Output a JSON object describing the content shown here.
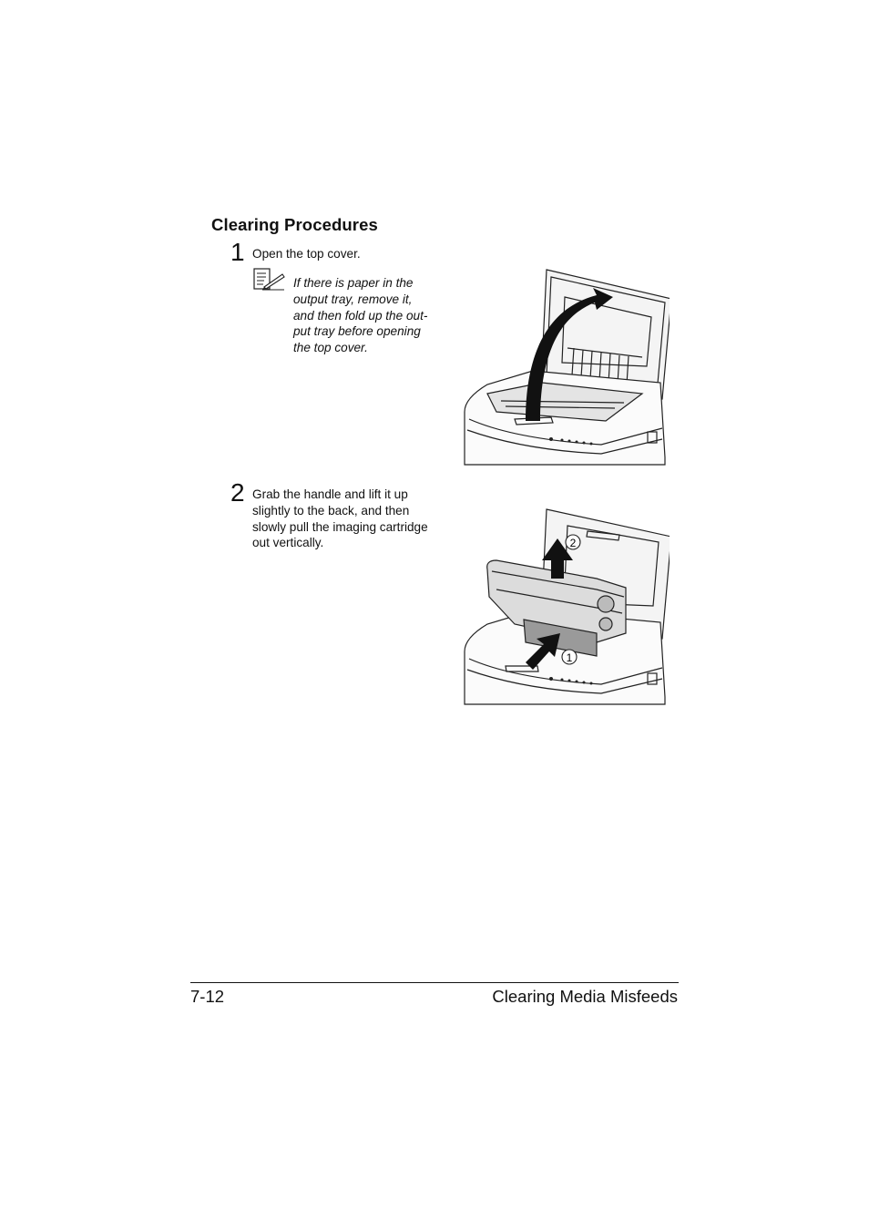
{
  "section": {
    "title": "Clearing Procedures"
  },
  "steps": [
    {
      "number": "1",
      "text": "Open the top cover."
    },
    {
      "number": "2",
      "text": "Grab the handle and lift it up slightly to the back, and then slowly pull the imaging cartridge out vertically."
    }
  ],
  "note": {
    "icon": "note-pencil-icon",
    "lines": [
      "If there is paper in the",
      "output tray, remove it,",
      "and then fold up the out-",
      "put tray before opening",
      "the top cover."
    ]
  },
  "illustrations": {
    "step2_callouts": [
      "2",
      "1"
    ]
  },
  "footer": {
    "page": "7-12",
    "chapter": "Clearing Media Misfeeds"
  }
}
